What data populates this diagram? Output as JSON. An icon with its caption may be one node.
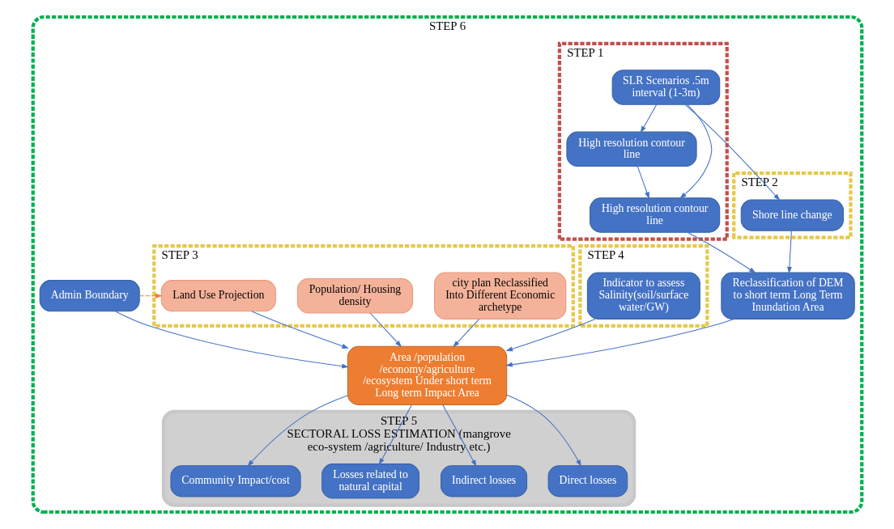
{
  "diagram": {
    "nodes": [
      {
        "text": [
          "STEP 6"
        ]
      },
      {
        "text": [
          "STEP 1"
        ],
        "in": 0
      },
      {
        "text": [
          "SLR Scenarios .5m interval (1-3m)"
        ],
        "in": 1
      },
      {
        "text": [
          "High resolution contour line"
        ],
        "in": 1
      },
      {
        "text": [
          "High resolution contour line"
        ],
        "in": 1
      },
      {
        "text": [
          "STEP 2"
        ],
        "in": 0
      },
      {
        "text": [
          "Shore line change"
        ],
        "in": 5
      },
      {
        "text": [
          "Reclassification of DEM to short term Long Term Inundation Area"
        ],
        "in": 0
      },
      {
        "text": [
          "STEP 4"
        ],
        "in": 0
      },
      {
        "text": [
          "Indicator to assess Salinity(soil/surface water/GW)"
        ],
        "in": 8
      },
      {
        "text": [
          "STEP 3"
        ],
        "in": 0
      },
      {
        "text": [
          "city plan Reclassified Into Different Economic archetype"
        ],
        "in": 10
      },
      {
        "text": [
          "Population/ Housing density"
        ],
        "in": 10
      },
      {
        "text": [
          "Land Use Projection"
        ],
        "in": 10
      },
      {
        "text": [
          "Area /population /economy/agriculture /ecosystem Under short term Long term Impact Area"
        ],
        "in": 0
      },
      {
        "text": [
          "Admin Boundary"
        ],
        "in": 0
      },
      {
        "text": [
          "STEP 5",
          "SECTORAL LOSS ESTIMATION (mangrove eco-system /agriculture/ Industry etc.)"
        ],
        "in": 0
      },
      {
        "text": [
          "Direct losses"
        ],
        "in": 16
      },
      {
        "text": [
          "Indirect losses"
        ],
        "in": 16
      },
      {
        "text": [
          "Losses related to natural capital"
        ],
        "in": 16
      },
      {
        "text": [
          "Community Impact/cost"
        ],
        "in": 16
      }
    ],
    "edges": [
      {
        "from": 2,
        "to": 3,
        "arrow": "to"
      },
      {
        "from": 2,
        "to": 4,
        "arrow": "to"
      },
      {
        "from": 2,
        "to": 6,
        "arrow": "to"
      },
      {
        "from": 3,
        "to": 4,
        "arrow": "to"
      },
      {
        "from": 4,
        "to": 7,
        "arrow": "to"
      },
      {
        "from": 6,
        "to": 7,
        "arrow": "to"
      },
      {
        "from": 7,
        "to": 14,
        "arrow": "to"
      },
      {
        "from": 9,
        "to": 14,
        "arrow": "to"
      },
      {
        "from": 11,
        "to": 14,
        "arrow": "to"
      },
      {
        "from": 12,
        "to": 14,
        "arrow": "to"
      },
      {
        "from": 13,
        "to": 14,
        "arrow": "to"
      },
      {
        "from": 15,
        "to": 14,
        "arrow": "to"
      },
      {
        "from": 15,
        "to": 13,
        "arrow": "to",
        "style": "dashed",
        "color": "#ed7d31"
      },
      {
        "from": 14,
        "to": 17,
        "arrow": "to"
      },
      {
        "from": 14,
        "to": 18,
        "arrow": "to"
      },
      {
        "from": 14,
        "to": 19,
        "arrow": "to"
      },
      {
        "from": 14,
        "to": 20,
        "arrow": "to"
      }
    ]
  }
}
